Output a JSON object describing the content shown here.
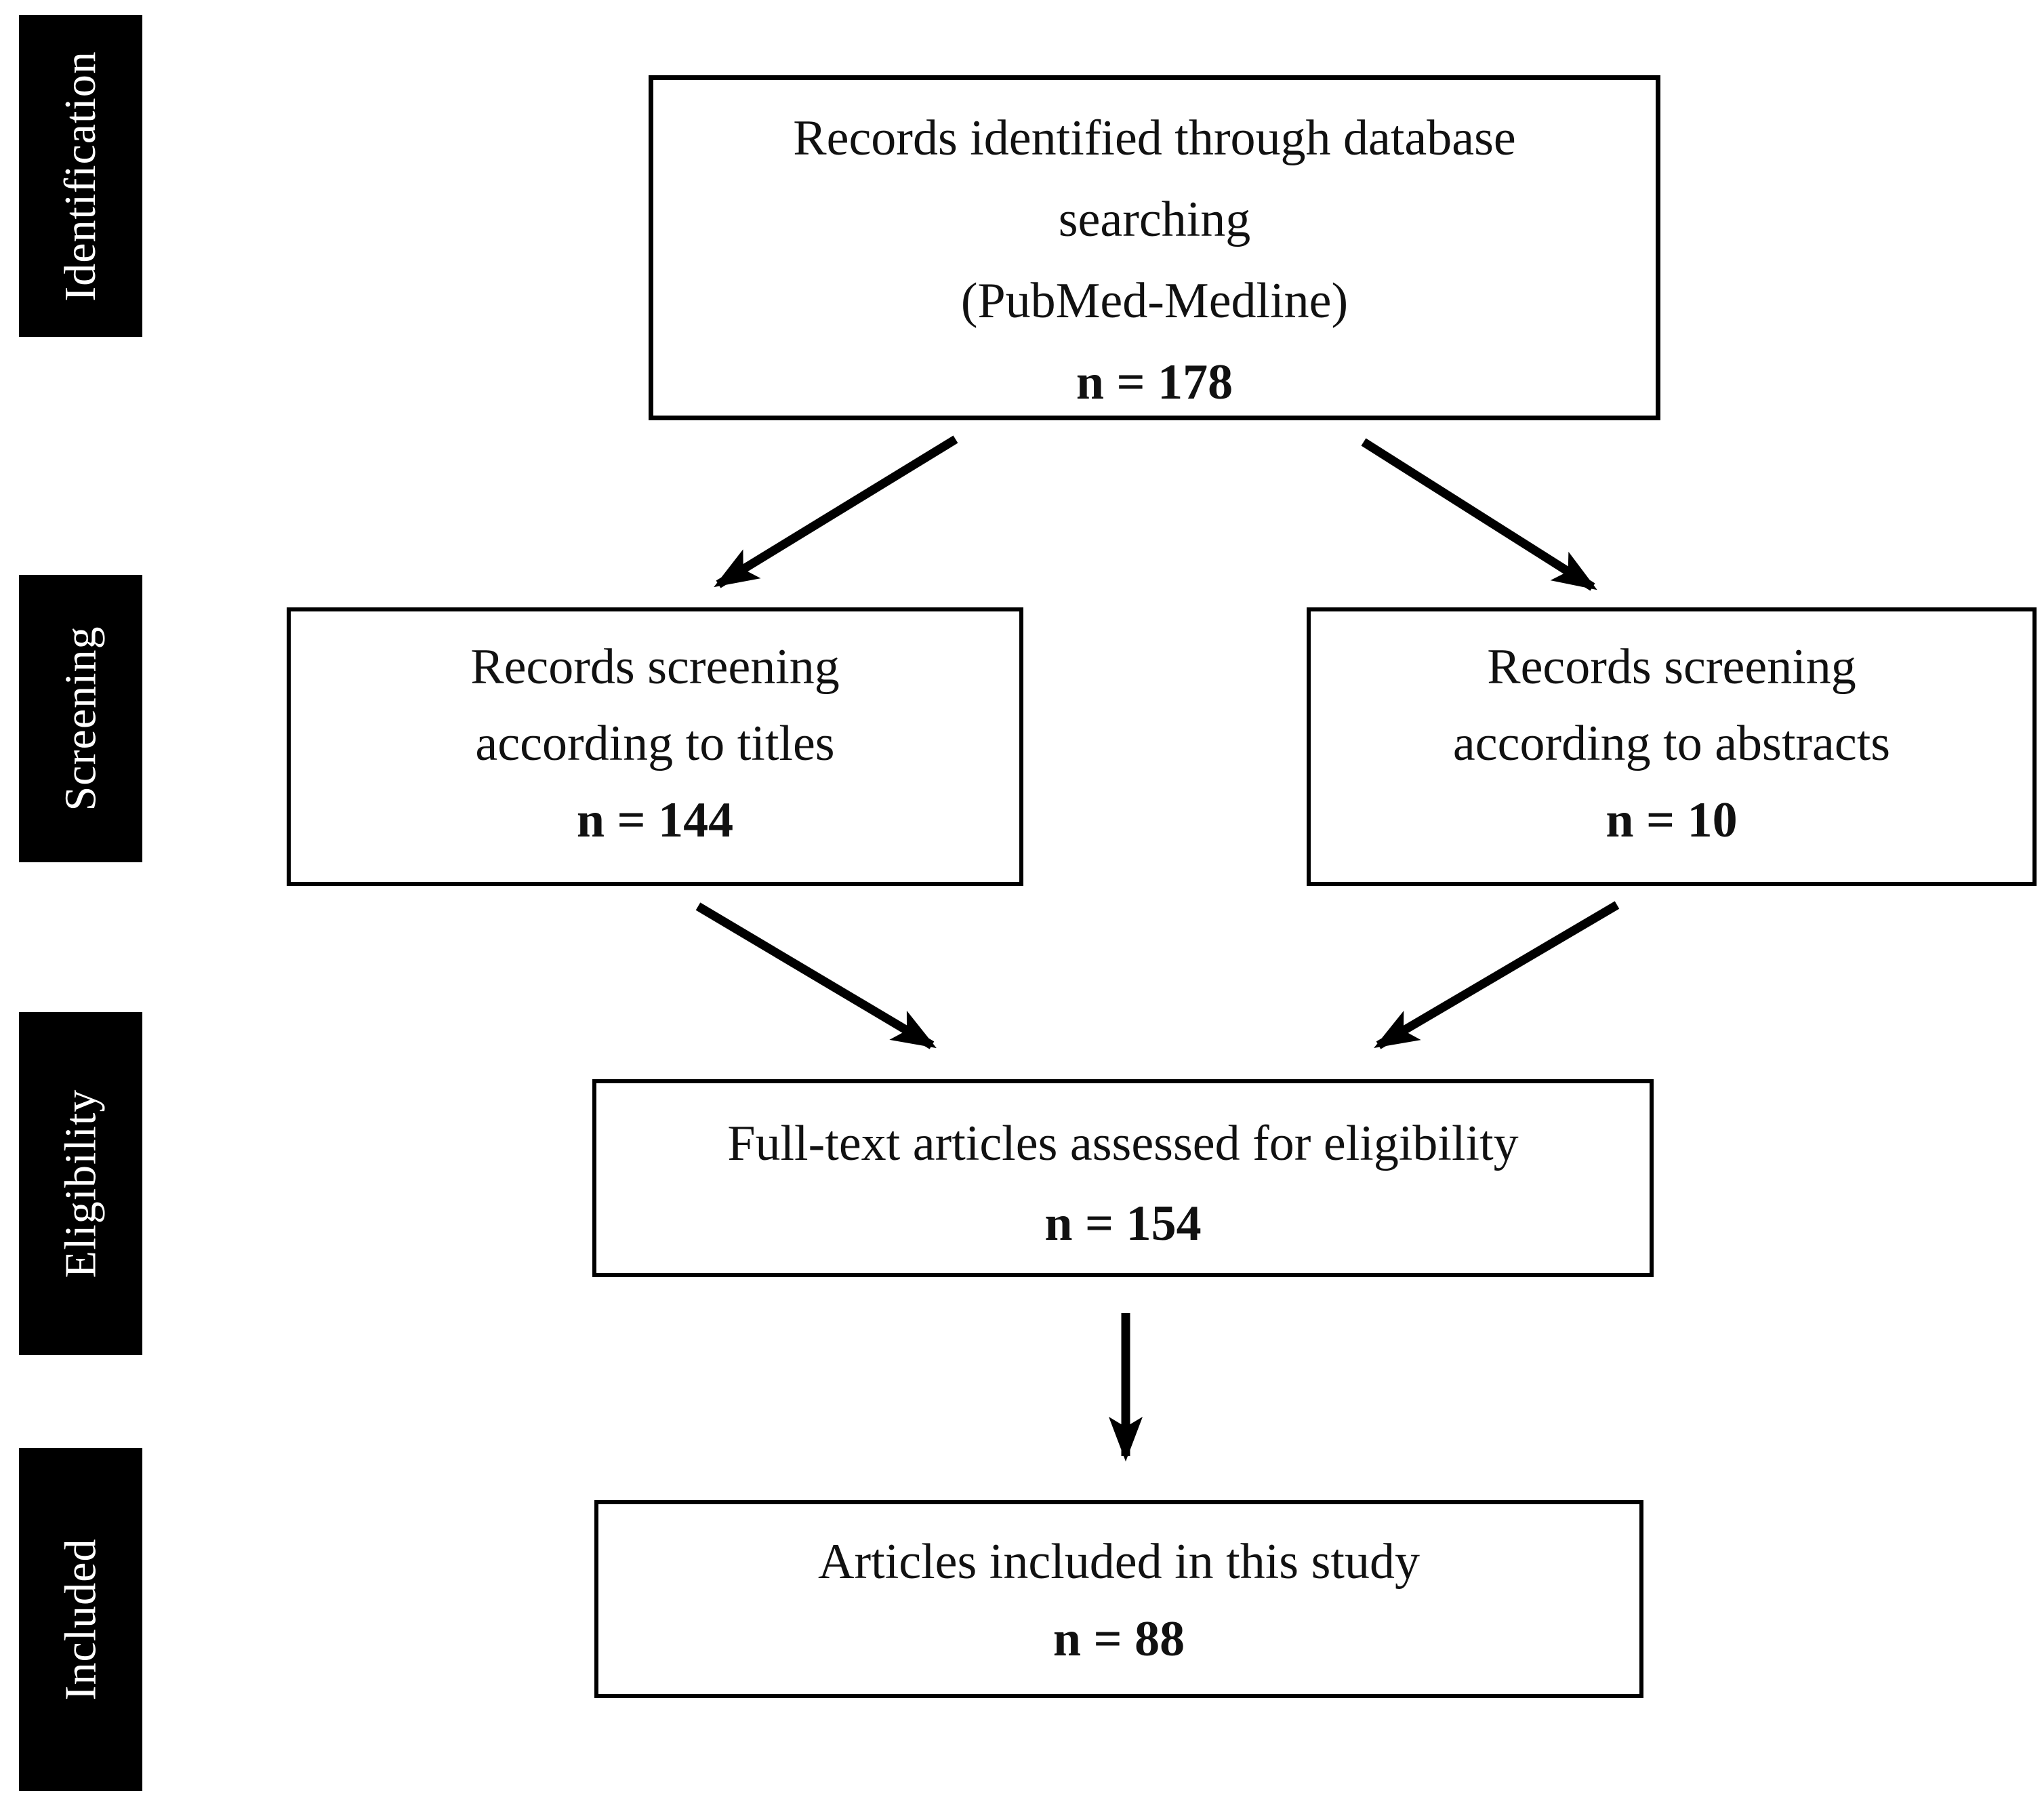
{
  "stages": [
    {
      "label": "Identification"
    },
    {
      "label": "Screening"
    },
    {
      "label": "Eligibility"
    },
    {
      "label": "Included"
    }
  ],
  "boxes": {
    "identified": {
      "line1": "Records identified through database",
      "line2": "searching",
      "line3": "(PubMed-Medline)",
      "count": "n = 178"
    },
    "screening_titles": {
      "line1": "Records screening",
      "line2": "according to titles",
      "count": "n = 144"
    },
    "screening_abstracts": {
      "line1": "Records screening",
      "line2": "according to abstracts",
      "count": "n = 10"
    },
    "eligibility": {
      "line1": "Full-text articles assessed for eligibility",
      "count": "n = 154"
    },
    "included": {
      "line1": "Articles included in this study",
      "count": "n = 88"
    }
  },
  "flow": {
    "arrows": [
      {
        "from": "identified",
        "to": "screening_titles"
      },
      {
        "from": "identified",
        "to": "screening_abstracts"
      },
      {
        "from": "screening_titles",
        "to": "eligibility"
      },
      {
        "from": "screening_abstracts",
        "to": "eligibility"
      },
      {
        "from": "eligibility",
        "to": "included"
      }
    ]
  },
  "colors": {
    "stage_background": "#000000",
    "stage_text": "#ffffff",
    "box_background": "#ffffff",
    "box_border": "#000000",
    "text": "#111111",
    "arrow": "#000000"
  }
}
